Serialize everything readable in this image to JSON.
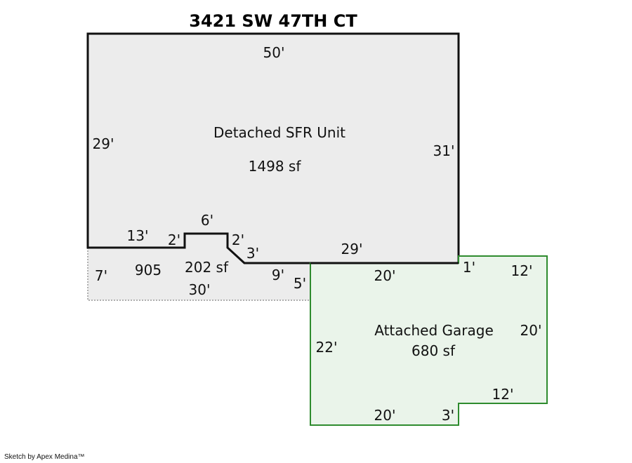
{
  "title": "3421 SW 47TH CT",
  "areas": {
    "main": {
      "name": "Detached SFR Unit",
      "size": "1498 sf"
    },
    "patio": {
      "code": "905",
      "size": "202 sf"
    },
    "garage": {
      "name": "Attached Garage",
      "size": "680 sf"
    }
  },
  "dimensions": {
    "main_top": "50'",
    "main_left": "29'",
    "main_right": "31'",
    "main_bottom_left": "13'",
    "step_up_left": "2'",
    "step_top": "6'",
    "step_down_right": "2'",
    "diagonal": "3'",
    "main_bottom_right": "29'",
    "patio_left": "7'",
    "patio_bottom": "30'",
    "patio_inner": "9'",
    "patio_right": "5'",
    "garage_top": "20'",
    "garage_step": "1'",
    "garage_top_right": "12'",
    "garage_right": "20'",
    "garage_left": "22'",
    "garage_notch_top": "12'",
    "garage_notch_side": "3'",
    "garage_bottom": "20'"
  },
  "colors": {
    "main_fill": "#ececec",
    "garage_fill": "#eaf4ea",
    "garage_stroke": "#2e8b2e"
  },
  "credit": "Sketch by Apex Medina™"
}
